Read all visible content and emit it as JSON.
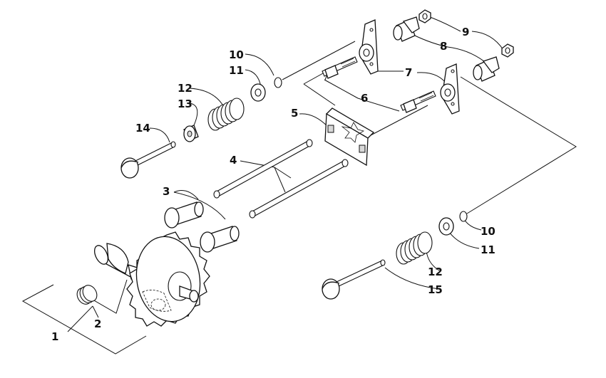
{
  "callouts": {
    "c1": "1",
    "c2": "2",
    "c3": "3",
    "c4": "4",
    "c5": "5",
    "c6": "6",
    "c7": "7",
    "c8": "8",
    "c9": "9",
    "c10a": "10",
    "c10b": "10",
    "c11a": "11",
    "c11b": "11",
    "c12a": "12",
    "c12b": "12",
    "c13": "13",
    "c14": "14",
    "c15": "15"
  }
}
